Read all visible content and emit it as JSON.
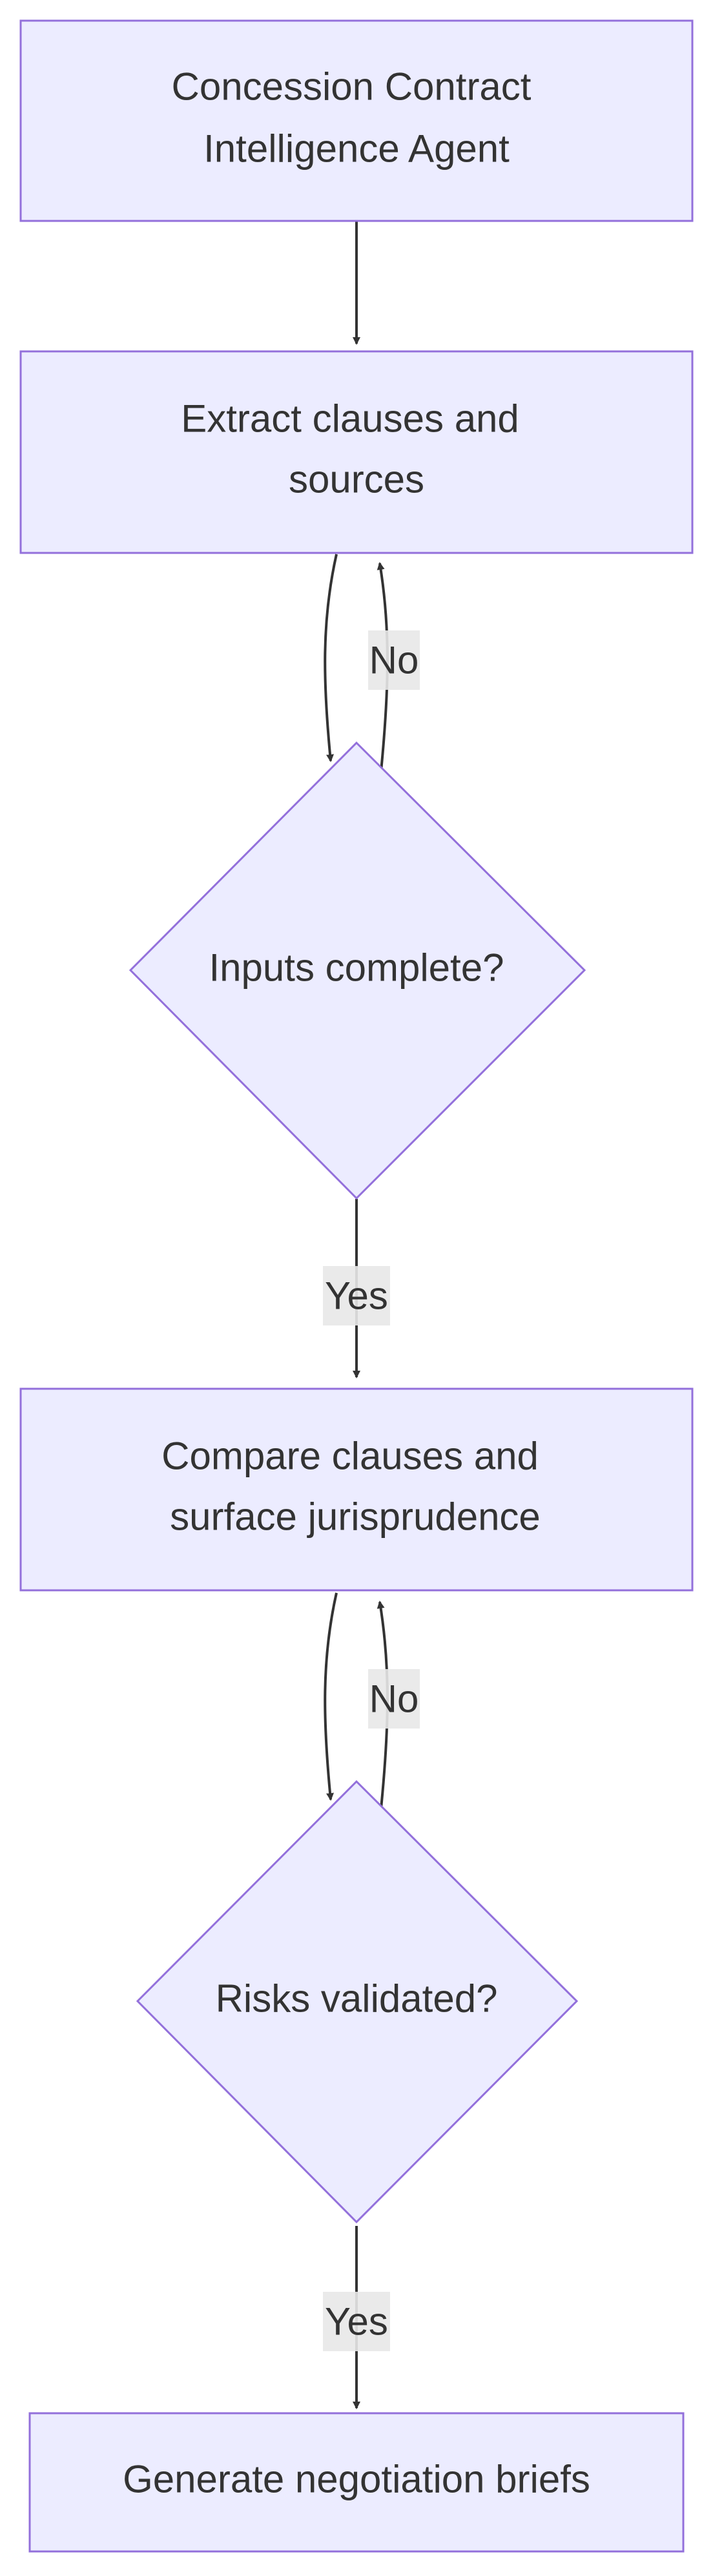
{
  "nodes": {
    "agent": {
      "line1": "Concession Contract",
      "line2": "Intelligence Agent"
    },
    "extract": {
      "line1": "Extract clauses and",
      "line2": "sources"
    },
    "inputs_check": {
      "label": "Inputs complete?"
    },
    "compare": {
      "line1": "Compare clauses and",
      "line2": "surface jurisprudence"
    },
    "risks_check": {
      "label": "Risks validated?"
    },
    "generate": {
      "label": "Generate negotiation briefs"
    }
  },
  "edges": {
    "inputs_no": "No",
    "inputs_yes": "Yes",
    "risks_no": "No",
    "risks_yes": "Yes"
  },
  "colors": {
    "node_fill": "#ececff",
    "node_stroke": "#9370db",
    "text": "#333333",
    "edge": "#333333",
    "edge_label_bg": "#e8e8e8"
  }
}
